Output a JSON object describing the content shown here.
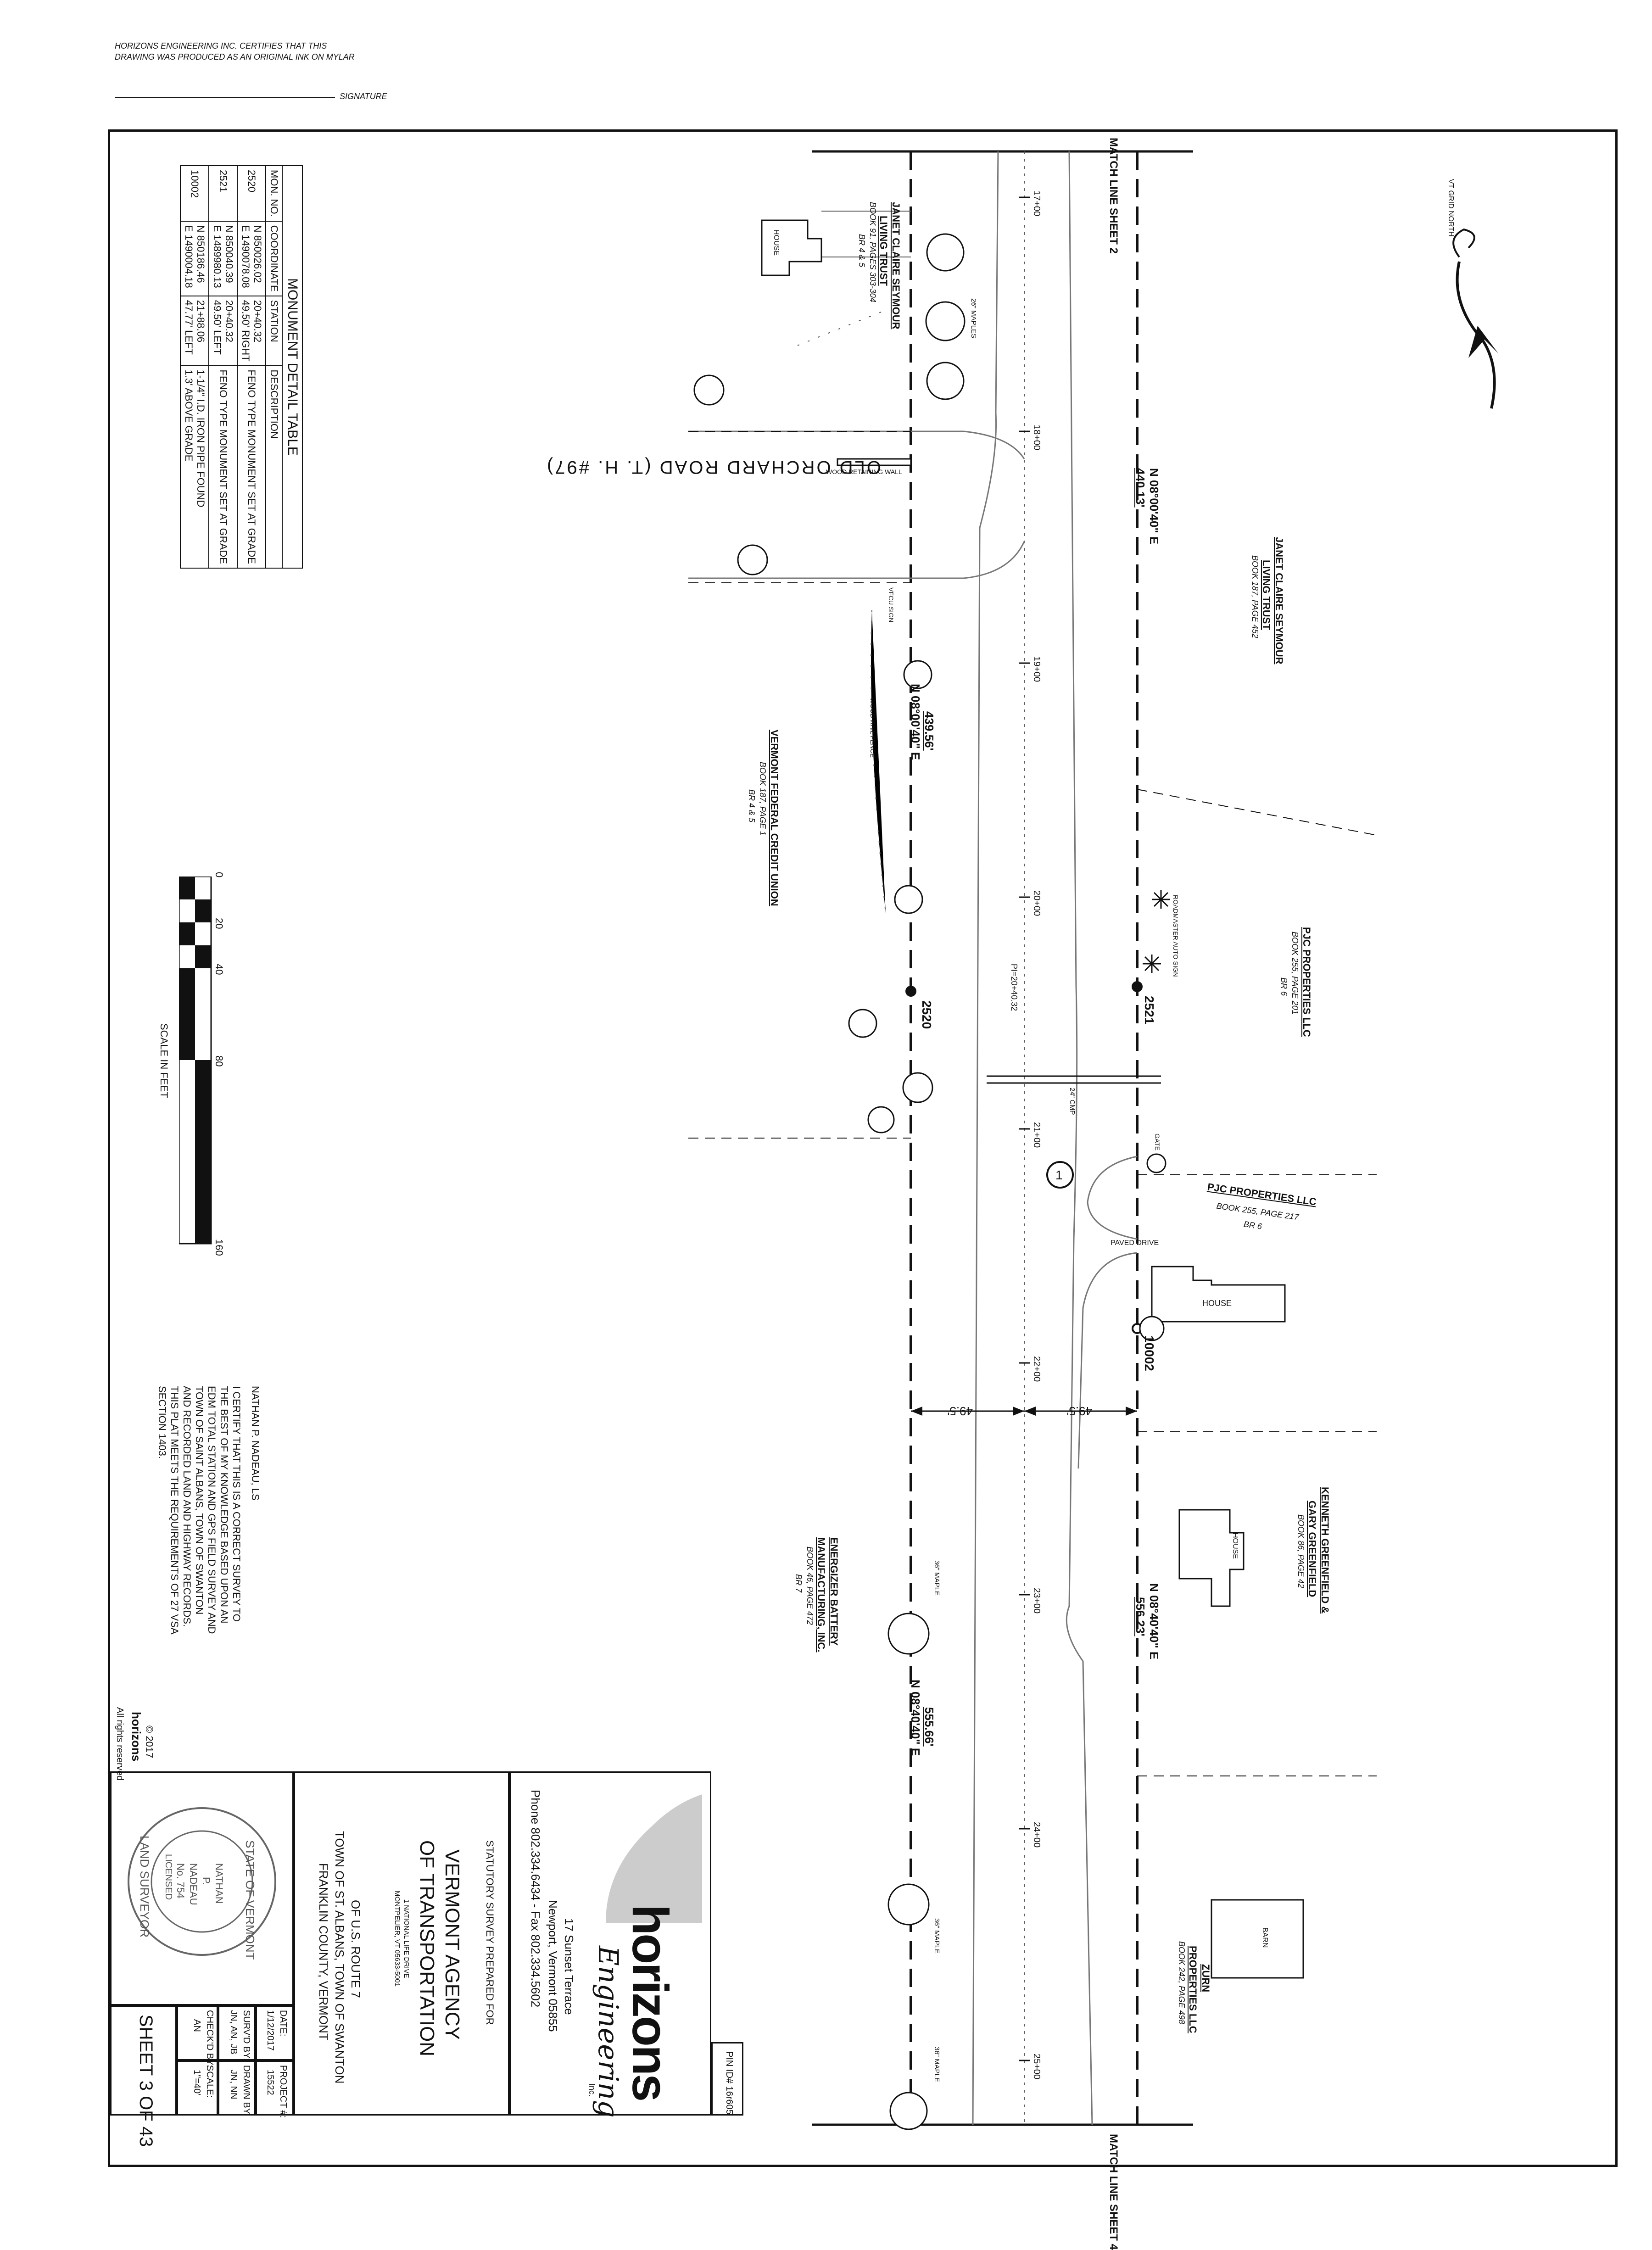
{
  "header": {
    "certification": "HORIZONS ENGINEERING INC. CERTIFIES THAT THIS\nDRAWING WAS PRODUCED AS AN ORIGINAL INK ON MYLAR",
    "signature_label": "SIGNATURE"
  },
  "match_lines": {
    "top": "MATCH LINE SHEET 2",
    "bottom": "MATCH LINE SHEET 4"
  },
  "north_arrow": {
    "label": "VT GRID NORTH"
  },
  "road": {
    "name": "OLD ORCHARD ROAD (T. H. #97)"
  },
  "stations": [
    "17+00",
    "18+00",
    "19+00",
    "20+00",
    "21+00",
    "22+00",
    "23+00",
    "24+00",
    "25+00"
  ],
  "pi_station": "PI=20+40.32",
  "bearings": [
    {
      "bearing": "N 08°00'40\" E",
      "distance": "440.13'"
    },
    {
      "bearing": "N 08°00'40\" E",
      "distance": "439.56'"
    },
    {
      "bearing": "N 08°40'40\" E",
      "distance": "556.23'"
    },
    {
      "bearing": "N 08°40'40\" E",
      "distance": "555.66'"
    }
  ],
  "offsets": {
    "left": "49.5'",
    "right": "49.5'"
  },
  "monuments": {
    "m2520": "2520",
    "m2521": "2521",
    "m10002": "10002"
  },
  "parcels": {
    "jcs_left": {
      "name": "JANET CLAIRE SEYMOUR",
      "sub": "LIVING TRUST",
      "book": "BOOK 91, PAGES 303-304",
      "br": "BR 4 & 5"
    },
    "jcs_right": {
      "name": "JANET CLAIRE SEYMOUR",
      "sub": "LIVING TRUST",
      "book": "BOOK 187, PAGE 452"
    },
    "vfcu": {
      "name": "VERMONT FEDERAL CREDIT UNION",
      "book": "BOOK 187, PAGE 1",
      "br": "BR 4 & 5"
    },
    "pjc1": {
      "name": "PJC PROPERTIES LLC",
      "book": "BOOK 255, PAGE 201",
      "br": "BR 6"
    },
    "pjc2": {
      "name": "PJC PROPERTIES LLC",
      "book": "BOOK 255, PAGE 217",
      "br": "BR 6"
    },
    "kgg": {
      "name": "KENNETH GREENFIELD &",
      "sub": "GARY GREENFIELD",
      "book": "BOOK 86, PAGE 42"
    },
    "ebm": {
      "name": "ENERGIZER BATTERY",
      "sub": "MANUFACTURING, INC.",
      "book": "BOOK 46, PAGE 472",
      "br": "BR 7"
    },
    "zurn": {
      "name": "ZURN",
      "sub": "PROPERTIES LLC",
      "book": "BOOK 242, PAGE 498"
    }
  },
  "features": {
    "house": "HOUSE",
    "barn": "BARN",
    "maples": "26\" MAPLES",
    "maple36": "36\" MAPLE",
    "wall": "WOOD RETAINING WALL",
    "fence": "WOOD RAIL FENCE",
    "vfcu_sign": "VFCU SIGN",
    "roadmaster": "ROADMASTER AUTO SIGN",
    "cmp": "24\" CMP",
    "gate": "GATE",
    "paved_drive": "PAVED DRIVE",
    "circle_num": "1"
  },
  "monument_table": {
    "title": "MONUMENT DETAIL TABLE",
    "headers": [
      "MON. NO.",
      "COORDINATE",
      "STATION",
      "DESCRIPTION"
    ],
    "rows": [
      {
        "no": "2520",
        "coord1": "N 850026.02",
        "coord2": "E 1490078.08",
        "sta1": "20+40.32",
        "sta2": "49.50' RIGHT",
        "desc1": "FENO TYPE MONUMENT SET AT GRADE",
        "desc2": ""
      },
      {
        "no": "2521",
        "coord1": "N 850040.39",
        "coord2": "E 1489980.13",
        "sta1": "20+40.32",
        "sta2": "49.50' LEFT",
        "desc1": "FENO TYPE MONUMENT SET AT GRADE",
        "desc2": ""
      },
      {
        "no": "10002",
        "coord1": "N 850186.46",
        "coord2": "E 1490004.18",
        "sta1": "21+88.06",
        "sta2": "47.77' LEFT",
        "desc1": "1-1/4\" I.D. IRON PIPE FOUND",
        "desc2": "1.3' ABOVE GRADE"
      }
    ]
  },
  "scale_bar": {
    "ticks": [
      "0",
      "20",
      "40",
      "80",
      "160"
    ],
    "label": "SCALE IN FEET"
  },
  "surveyor": {
    "name": "NATHAN P. NADEAU, LS",
    "lines": [
      "I CERTIFY THAT THIS IS A CORRECT SURVEY TO",
      "THE BEST OF MY KNOWLEDGE BASED UPON AN",
      "EDM TOTAL STATION AND GPS FIELD SURVEY AND",
      "TOWN OF SAINT ALBANS, TOWN OF SWANTON",
      "AND RECORDED LAND AND HIGHWAY RECORDS.",
      "THIS PLAT MEETS THE REQUIREMENTS OF 27 VSA",
      "SECTION 1403."
    ]
  },
  "copyright": {
    "year": "© 2017",
    "brand": "horizons",
    "rights": "All rights reserved"
  },
  "title_block": {
    "pin": "PIN ID# 16r605",
    "firm": "horizons",
    "firm_script": "Engineering",
    "inc": "Inc.",
    "address1": "17 Sunset Terrace",
    "address2": "Newport, Vermont 05855",
    "phone": "Phone 802.334.6434 - Fax 802.334.5602",
    "prepared_for": "STATUTORY SURVEY PREPARED FOR",
    "agency1": "VERMONT AGENCY",
    "agency2": "OF TRANSPORTATION",
    "agency_addr": "1 NATIONAL LIFE DRIVE\nMONTPELIER, VT 05633-5001",
    "route": "OF U.S. ROUTE 7",
    "towns": "TOWN OF ST. ALBANS, TOWN OF SWANTON",
    "county": "FRANKLIN COUNTY, VERMONT",
    "date_label": "DATE:",
    "date": "1/12/2017",
    "project_label": "PROJECT #:",
    "project": "15522",
    "survd_label": "SURV'D BY:",
    "survd": "JN, AN, JB",
    "drawn_label": "DRAWN BY:",
    "drawn": "JN, NN",
    "checkd_label": "CHECK'D BY:",
    "checkd": "AN",
    "scale_label": "SCALE:",
    "scale": "1\"=40'",
    "sheet": "SHEET 3 OF 43"
  },
  "seal": {
    "top": "STATE OF VERMONT",
    "name1": "NATHAN",
    "name2": "P.",
    "name3": "NADEAU",
    "no": "No. 754",
    "licensed": "LICENSED",
    "bottom": "LAND SURVEYOR"
  }
}
